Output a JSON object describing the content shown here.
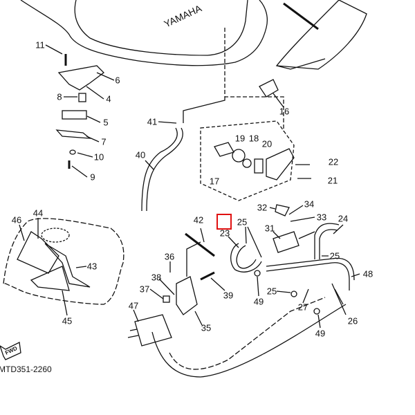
{
  "diagram_code": "MTD351-2260",
  "brand_mark": "YAMAHA",
  "fwd_arrow": "FWD",
  "highlight_color": "#e01010",
  "highlighted_part": "23",
  "callouts": [
    {
      "id": "11",
      "label": "11"
    },
    {
      "id": "6",
      "label": "6"
    },
    {
      "id": "4",
      "label": "4"
    },
    {
      "id": "8",
      "label": "8"
    },
    {
      "id": "5",
      "label": "5"
    },
    {
      "id": "7",
      "label": "7"
    },
    {
      "id": "10",
      "label": "10"
    },
    {
      "id": "9",
      "label": "9"
    },
    {
      "id": "41",
      "label": "41"
    },
    {
      "id": "40",
      "label": "40"
    },
    {
      "id": "16",
      "label": "16"
    },
    {
      "id": "19",
      "label": "19"
    },
    {
      "id": "18",
      "label": "18"
    },
    {
      "id": "20",
      "label": "20"
    },
    {
      "id": "17",
      "label": "17"
    },
    {
      "id": "22",
      "label": "22"
    },
    {
      "id": "21",
      "label": "21"
    },
    {
      "id": "32",
      "label": "32"
    },
    {
      "id": "34",
      "label": "34"
    },
    {
      "id": "33",
      "label": "33"
    },
    {
      "id": "24",
      "label": "24"
    },
    {
      "id": "42",
      "label": "42"
    },
    {
      "id": "25a",
      "label": "25"
    },
    {
      "id": "23",
      "label": "23"
    },
    {
      "id": "31",
      "label": "31"
    },
    {
      "id": "25b",
      "label": "25"
    },
    {
      "id": "48",
      "label": "48"
    },
    {
      "id": "46",
      "label": "46"
    },
    {
      "id": "44",
      "label": "44"
    },
    {
      "id": "43",
      "label": "43"
    },
    {
      "id": "45",
      "label": "45"
    },
    {
      "id": "36",
      "label": "36"
    },
    {
      "id": "38",
      "label": "38"
    },
    {
      "id": "37",
      "label": "37"
    },
    {
      "id": "39",
      "label": "39"
    },
    {
      "id": "49a",
      "label": "49"
    },
    {
      "id": "25c",
      "label": "25"
    },
    {
      "id": "27",
      "label": "27"
    },
    {
      "id": "26",
      "label": "26"
    },
    {
      "id": "49b",
      "label": "49"
    },
    {
      "id": "47",
      "label": "47"
    },
    {
      "id": "35",
      "label": "35"
    }
  ]
}
